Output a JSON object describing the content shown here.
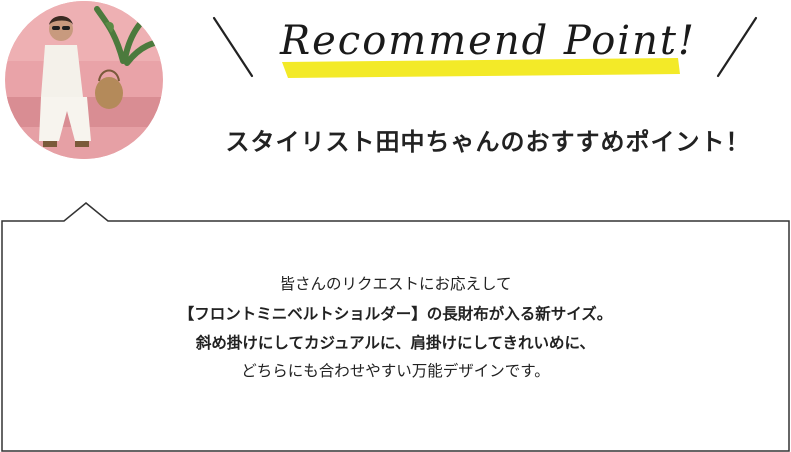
{
  "heading": {
    "recommend_point": "Recommend Point!",
    "subtitle": "スタイリスト田中ちゃんのおすすめポイント！"
  },
  "bubble": {
    "lines": [
      "皆さんのリクエストにお応えして",
      "【フロントミニベルトショルダー】の長財布が入る新サイズ。",
      "斜め掛けにしてカジュアルに、肩掛けにしてきれいめに、",
      "どちらにも合わせやすい万能デザインです。"
    ]
  },
  "colors": {
    "highlight": "#f3ea28",
    "avatar_wall": "#e9a3a8",
    "border": "#333333"
  }
}
